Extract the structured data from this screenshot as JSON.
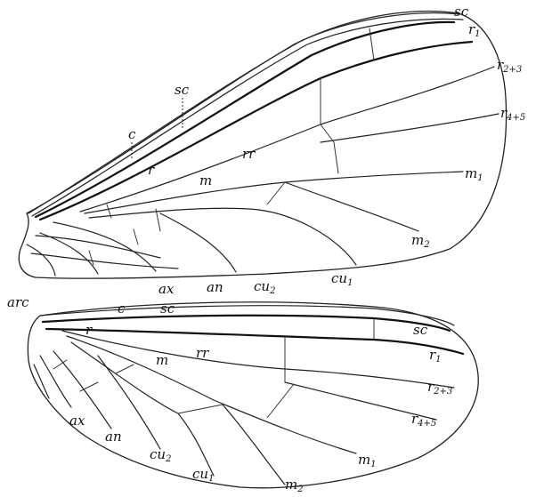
{
  "fore_wing": {
    "labels": {
      "sc_tip": "sc",
      "r1": "r",
      "r1_sub": "1",
      "r23": "r",
      "r23_sub": "2+3",
      "r45": "r",
      "r45_sub": "4+5",
      "m1": "m",
      "m1_sub": "1",
      "m2": "m",
      "m2_sub": "2",
      "cu1": "cu",
      "cu1_sub": "1",
      "cu2": "cu",
      "cu2_sub": "2",
      "an": "an",
      "ax": "ax",
      "arc": "arc",
      "c": "c",
      "sc": "sc",
      "r": "r",
      "rr": "rr",
      "m": "m"
    }
  },
  "hind_wing": {
    "labels": {
      "c": "c",
      "sc_base": "sc",
      "r": "r",
      "m": "m",
      "rr": "rr",
      "sc_tip": "sc",
      "r1": "r",
      "r1_sub": "1",
      "r23": "r",
      "r23_sub": "2+3",
      "r45": "r",
      "r45_sub": "4+5",
      "m1": "m",
      "m1_sub": "1",
      "m2": "m",
      "m2_sub": "2",
      "cu1": "cu",
      "cu1_sub": "1",
      "cu2": "cu",
      "cu2_sub": "2",
      "an": "an",
      "ax": "ax"
    }
  }
}
